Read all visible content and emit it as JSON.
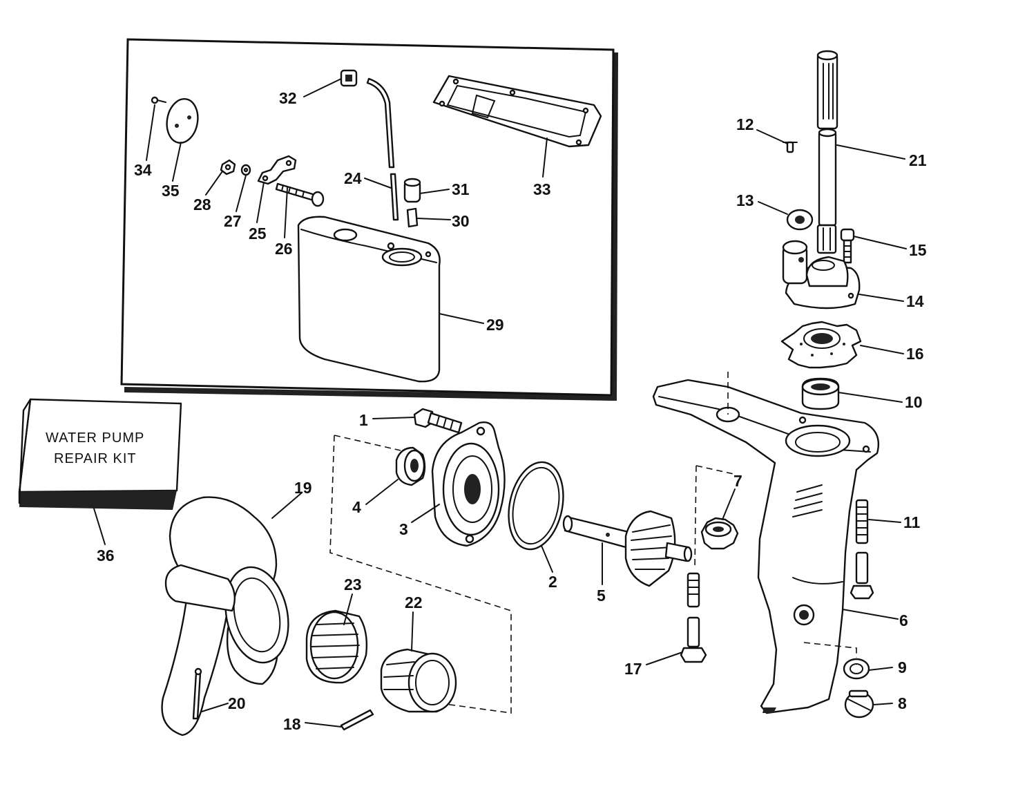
{
  "kit": {
    "line1": "WATER PUMP",
    "line2": "REPAIR KIT"
  },
  "callouts": {
    "c1": "1",
    "c2": "2",
    "c3": "3",
    "c4": "4",
    "c5": "5",
    "c6": "6",
    "c7": "7",
    "c8": "8",
    "c9": "9",
    "c10": "10",
    "c11": "11",
    "c12": "12",
    "c13": "13",
    "c14": "14",
    "c15": "15",
    "c16": "16",
    "c17": "17",
    "c18": "18",
    "c19": "19",
    "c20": "20",
    "c21": "21",
    "c22": "22",
    "c23": "23",
    "c24": "24",
    "c25": "25",
    "c26": "26",
    "c27": "27",
    "c28": "28",
    "c29": "29",
    "c30": "30",
    "c31": "31",
    "c32": "32",
    "c33": "33",
    "c34": "34",
    "c35": "35",
    "c36": "36"
  },
  "colors": {
    "ink": "#111111",
    "paper": "#ffffff"
  }
}
